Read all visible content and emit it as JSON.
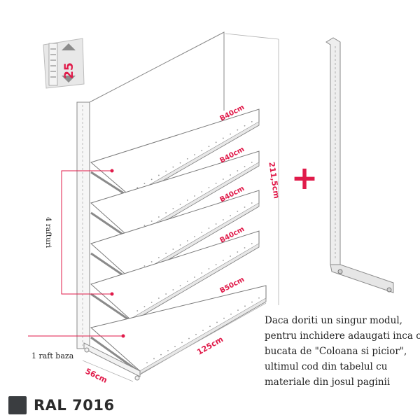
{
  "badge": {
    "number": "25"
  },
  "shelves": [
    {
      "label": "B40cm"
    },
    {
      "label": "B40cm"
    },
    {
      "label": "B40cm"
    },
    {
      "label": "B40cm"
    },
    {
      "label": "B50cm"
    }
  ],
  "dimensions": {
    "height": "211,5cm",
    "width": "125cm",
    "depth": "56cm"
  },
  "labels": {
    "shelves_count": "4 rafturi",
    "base_shelf": "1 raft baza"
  },
  "note": {
    "lines": [
      "Daca doriti un singur modul,",
      "pentru inchidere adaugati inca o",
      "bucata de \"Coloana si picior\",",
      "ultimul cod din tabelul cu",
      "materiale din josul paginii"
    ]
  },
  "plus_symbol": "+",
  "color": {
    "code": "RAL 7016",
    "swatch": "#3a3d40",
    "accent": "#e01b4a"
  }
}
